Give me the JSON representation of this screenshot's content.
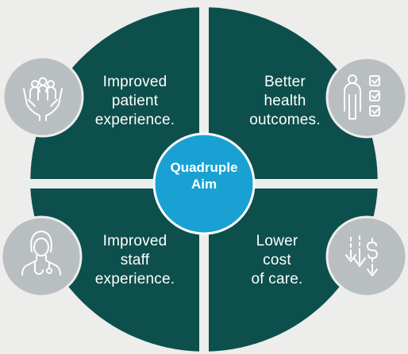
{
  "center": {
    "lines": [
      "Quadruple",
      "Aim"
    ]
  },
  "quadrants": [
    {
      "id": "patient-experience",
      "icon": "people-in-hands-icon",
      "lines": [
        "Improved",
        "patient",
        "experience."
      ]
    },
    {
      "id": "health-outcomes",
      "icon": "person-checklist-icon",
      "lines": [
        "Better",
        "health",
        "outcomes."
      ]
    },
    {
      "id": "staff-experience",
      "icon": "doctor-stethoscope-icon",
      "lines": [
        "Improved",
        "staff",
        "experience."
      ]
    },
    {
      "id": "lower-cost",
      "icon": "cost-down-arrows-icon",
      "lines": [
        "Lower",
        "cost",
        "of care."
      ]
    }
  ],
  "colors": {
    "background": "#ededec",
    "quadrant": "#0d4f4c",
    "center": "#1aa1d3",
    "icon_circle": "#b9bec1",
    "icon_stroke": "#ffffff"
  }
}
